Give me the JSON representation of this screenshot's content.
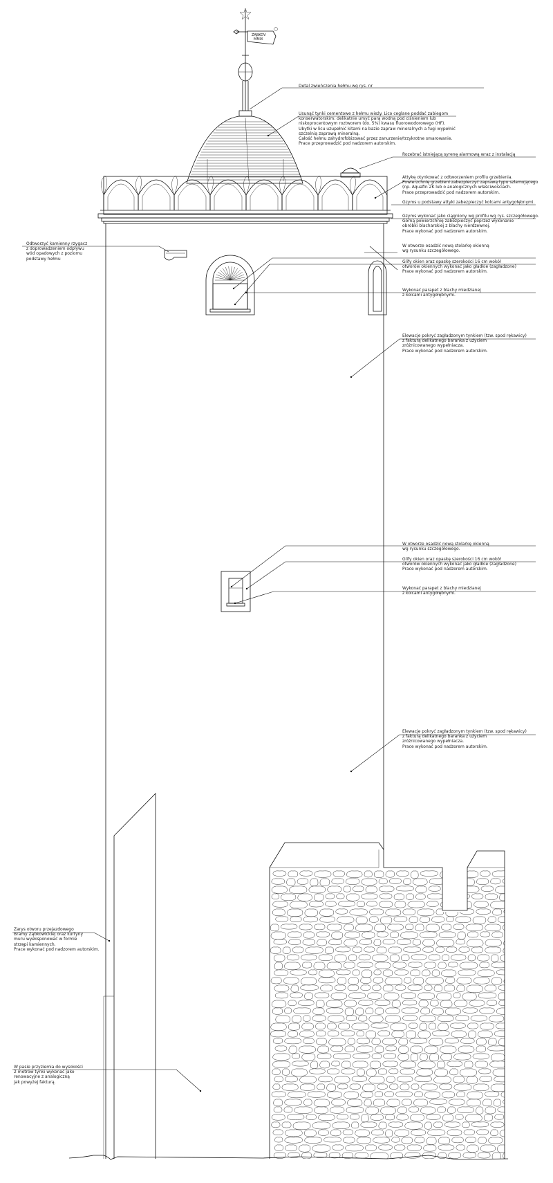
{
  "weathervane": {
    "flag_text": [
      "ZĄBKOV",
      "MMIX"
    ]
  },
  "annotations": [
    {
      "id": "helm-crown",
      "lines": [
        "Detal zwieńczenia hełmu wg rys. nr"
      ]
    },
    {
      "id": "helm-plaster",
      "lines": [
        "Usunąć tynki cementowe z hełmu wieży. Lico ceglane poddać zabiegom",
        "konserwatorskim: delikatnie umyć parą wodną pod ciśnieniem lub",
        "niskoprocentowym roztworem (do. 5%) kwasu fluorowodorowego (HF).",
        "Ubytki w licu uzupełnić kitami na bazie zapraw mineralnych a fugi wypełnić",
        "szczelnią zaprawą mineralną.",
        "Całość hełmu zahydrofobizować przez zanurzenie/trzykrotne smarowanie.",
        "Prace przeprowadzić pod nadzorem autorskim."
      ]
    },
    {
      "id": "siren",
      "lines": [
        "Rozebrać istniejącą syrenę alarmową wraz z instalacją"
      ]
    },
    {
      "id": "attic",
      "lines": [
        "Attykę otynkować z odtworzeniem profilu grzebienia.",
        "Powierzchnię grzebieni zabezpieczyć zaprawą typu szlamującego",
        "(np. Aquafin 2K lub o analogicznych właściwościach.",
        "Prace przeprowadzić pod nadzorem autorskim."
      ]
    },
    {
      "id": "cornice-spikes",
      "lines": [
        "Gzyms u podstawy attyki zabezpieczyć kolcami antygołębnymi."
      ]
    },
    {
      "id": "cornice-profile",
      "lines": [
        "Gzyms wykonać jako ciągniony wg profilu wg rys. szczegółowego.",
        "Górną powierzchnię zabezpieczyć poprzez wykonanie",
        "obróbki blacharskiej z blachy nierdzewnej.",
        "Prace wykonać pod nadzorem autorskim."
      ]
    },
    {
      "id": "gargoyle",
      "lines": [
        "Odtworzyć kamienny rzygacz",
        "z doprowadzeniem odpływu",
        "wód opadowych z poziomu",
        "podstawy hełmu"
      ]
    },
    {
      "id": "window1-joinery",
      "lines": [
        "W otworze osadzić nową stolarkę okienną",
        "wg rysunku szczegółowego."
      ]
    },
    {
      "id": "window1-frame",
      "lines": [
        "Glify okien oraz opaskę szerokości 16 cm wokół",
        "otworów okiennych wykonać jako gładkie (zagładzone)",
        "Prace wykonać pod nadzorem autorskim."
      ]
    },
    {
      "id": "window1-sill",
      "lines": [
        "Wykonać parapet z blachy miedzianej",
        "z kolcami antygołębnymi."
      ]
    },
    {
      "id": "facade-upper",
      "lines": [
        "Elewacje pokryć zagładzonym tynkiem (tzw. spod rękawicy)",
        "z fakturą delikatnego baranka z użyciem",
        "zróżnicowanego wypełniacza.",
        "Prace wykonać pod nadzorem autorskim."
      ]
    },
    {
      "id": "window2-joinery",
      "lines": [
        "W otworze osadzić nową stolarkę okienną",
        "wg rysunku szczegółowego."
      ]
    },
    {
      "id": "window2-frame",
      "lines": [
        "Glify okien oraz opaskę szerokości 16 cm wokół",
        "otworów okiennych wykonać jako gładkie (zagładzone)",
        "Prace wykonać pod nadzorem autorskim."
      ]
    },
    {
      "id": "window2-sill",
      "lines": [
        "Wykonać parapet z blachy miedzianej",
        "z kolcami antygołębnymi."
      ]
    },
    {
      "id": "facade-lower",
      "lines": [
        "Elewacje pokryć zagładzonym tynkiem (tzw. spod rękawicy)",
        "z fakturą delikatnego baranka z użyciem",
        "zróżnicowanego wypełniacza.",
        "Prace wykonać pod nadzorem autorskim."
      ]
    },
    {
      "id": "gate-outline",
      "lines": [
        "Zarys otworu przejazdowego",
        "Bramy Ząbkowickiej oraz kurtyny",
        "muru wyeksponować w formie",
        "strzępi kamiennych.",
        "Prace wykonać pod nadzorem autorskim."
      ]
    },
    {
      "id": "ground-zone",
      "lines": [
        "W pasie przyziemia do wysokości",
        "2 metrów tynki wykonać jako",
        "renowacyjne z analogiczną",
        "jak powyżej fakturą."
      ]
    }
  ]
}
